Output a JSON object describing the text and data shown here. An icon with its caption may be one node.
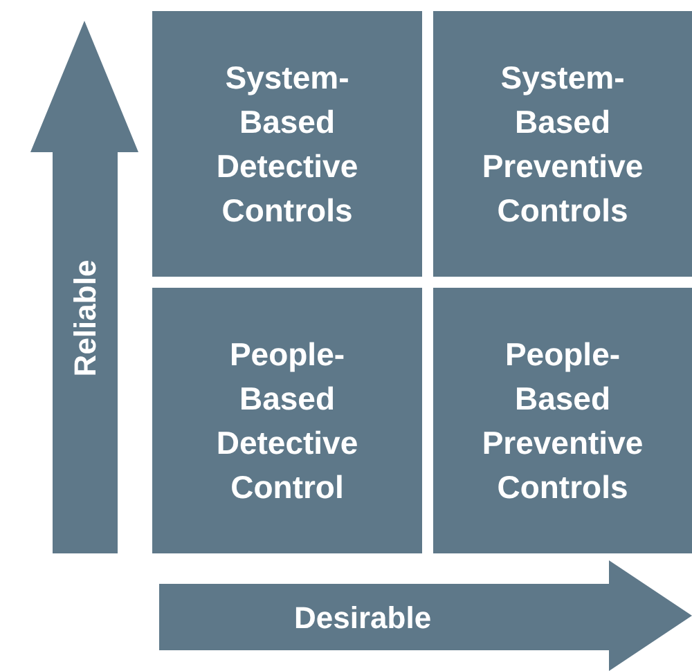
{
  "diagram": {
    "nodes": [
      {
        "text": [
          "System-Based Detective Controls"
        ]
      },
      {
        "text": [
          "System-Based Preventive Controls"
        ]
      },
      {
        "text": [
          "People-Based Detective Control"
        ]
      },
      {
        "text": [
          "People-Based Preventive Controls"
        ]
      }
    ],
    "labels": [
      "Reliable",
      "Desirable"
    ]
  }
}
